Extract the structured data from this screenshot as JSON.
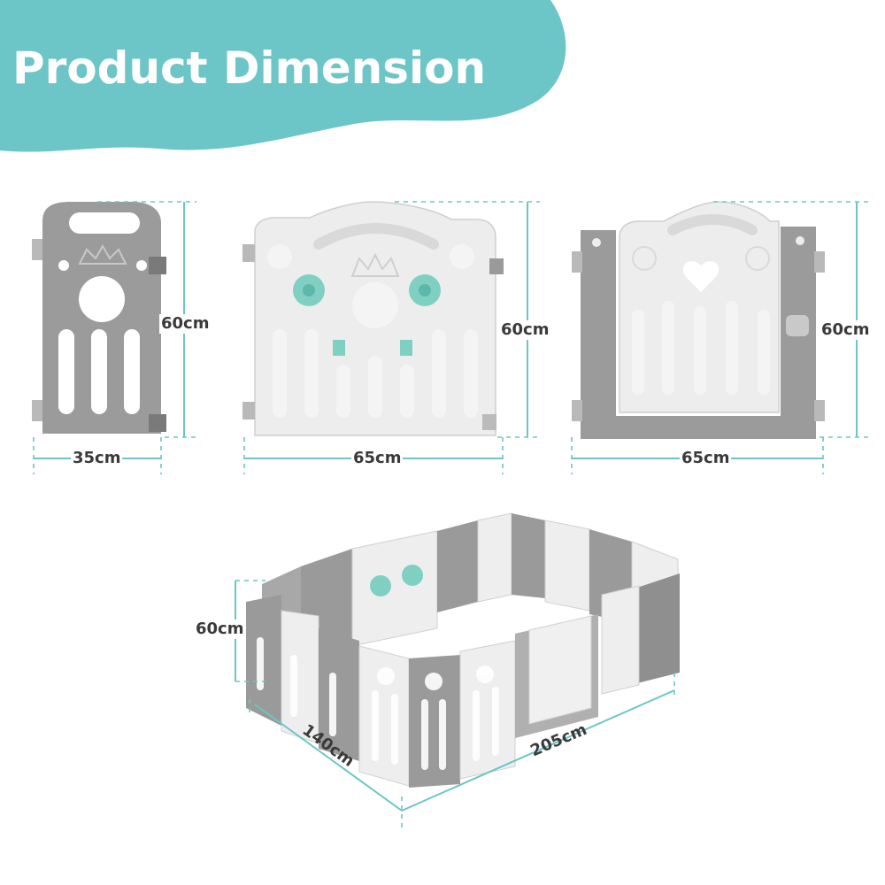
{
  "header": {
    "title": "Product Dimension"
  },
  "panels": [
    {
      "name": "narrow-panel",
      "width_label": "35cm",
      "height_label": "60cm"
    },
    {
      "name": "wide-panel",
      "width_label": "65cm",
      "height_label": "60cm"
    },
    {
      "name": "door-panel",
      "width_label": "65cm",
      "height_label": "60cm"
    }
  ],
  "playpen": {
    "height_label": "60cm",
    "depth_label": "140cm",
    "length_label": "205cm"
  },
  "colors": {
    "accent": "#6cc5c6",
    "panel_gray": "#9a9a9a",
    "panel_white": "#ececec",
    "toy_teal": "#7fd0c3"
  }
}
